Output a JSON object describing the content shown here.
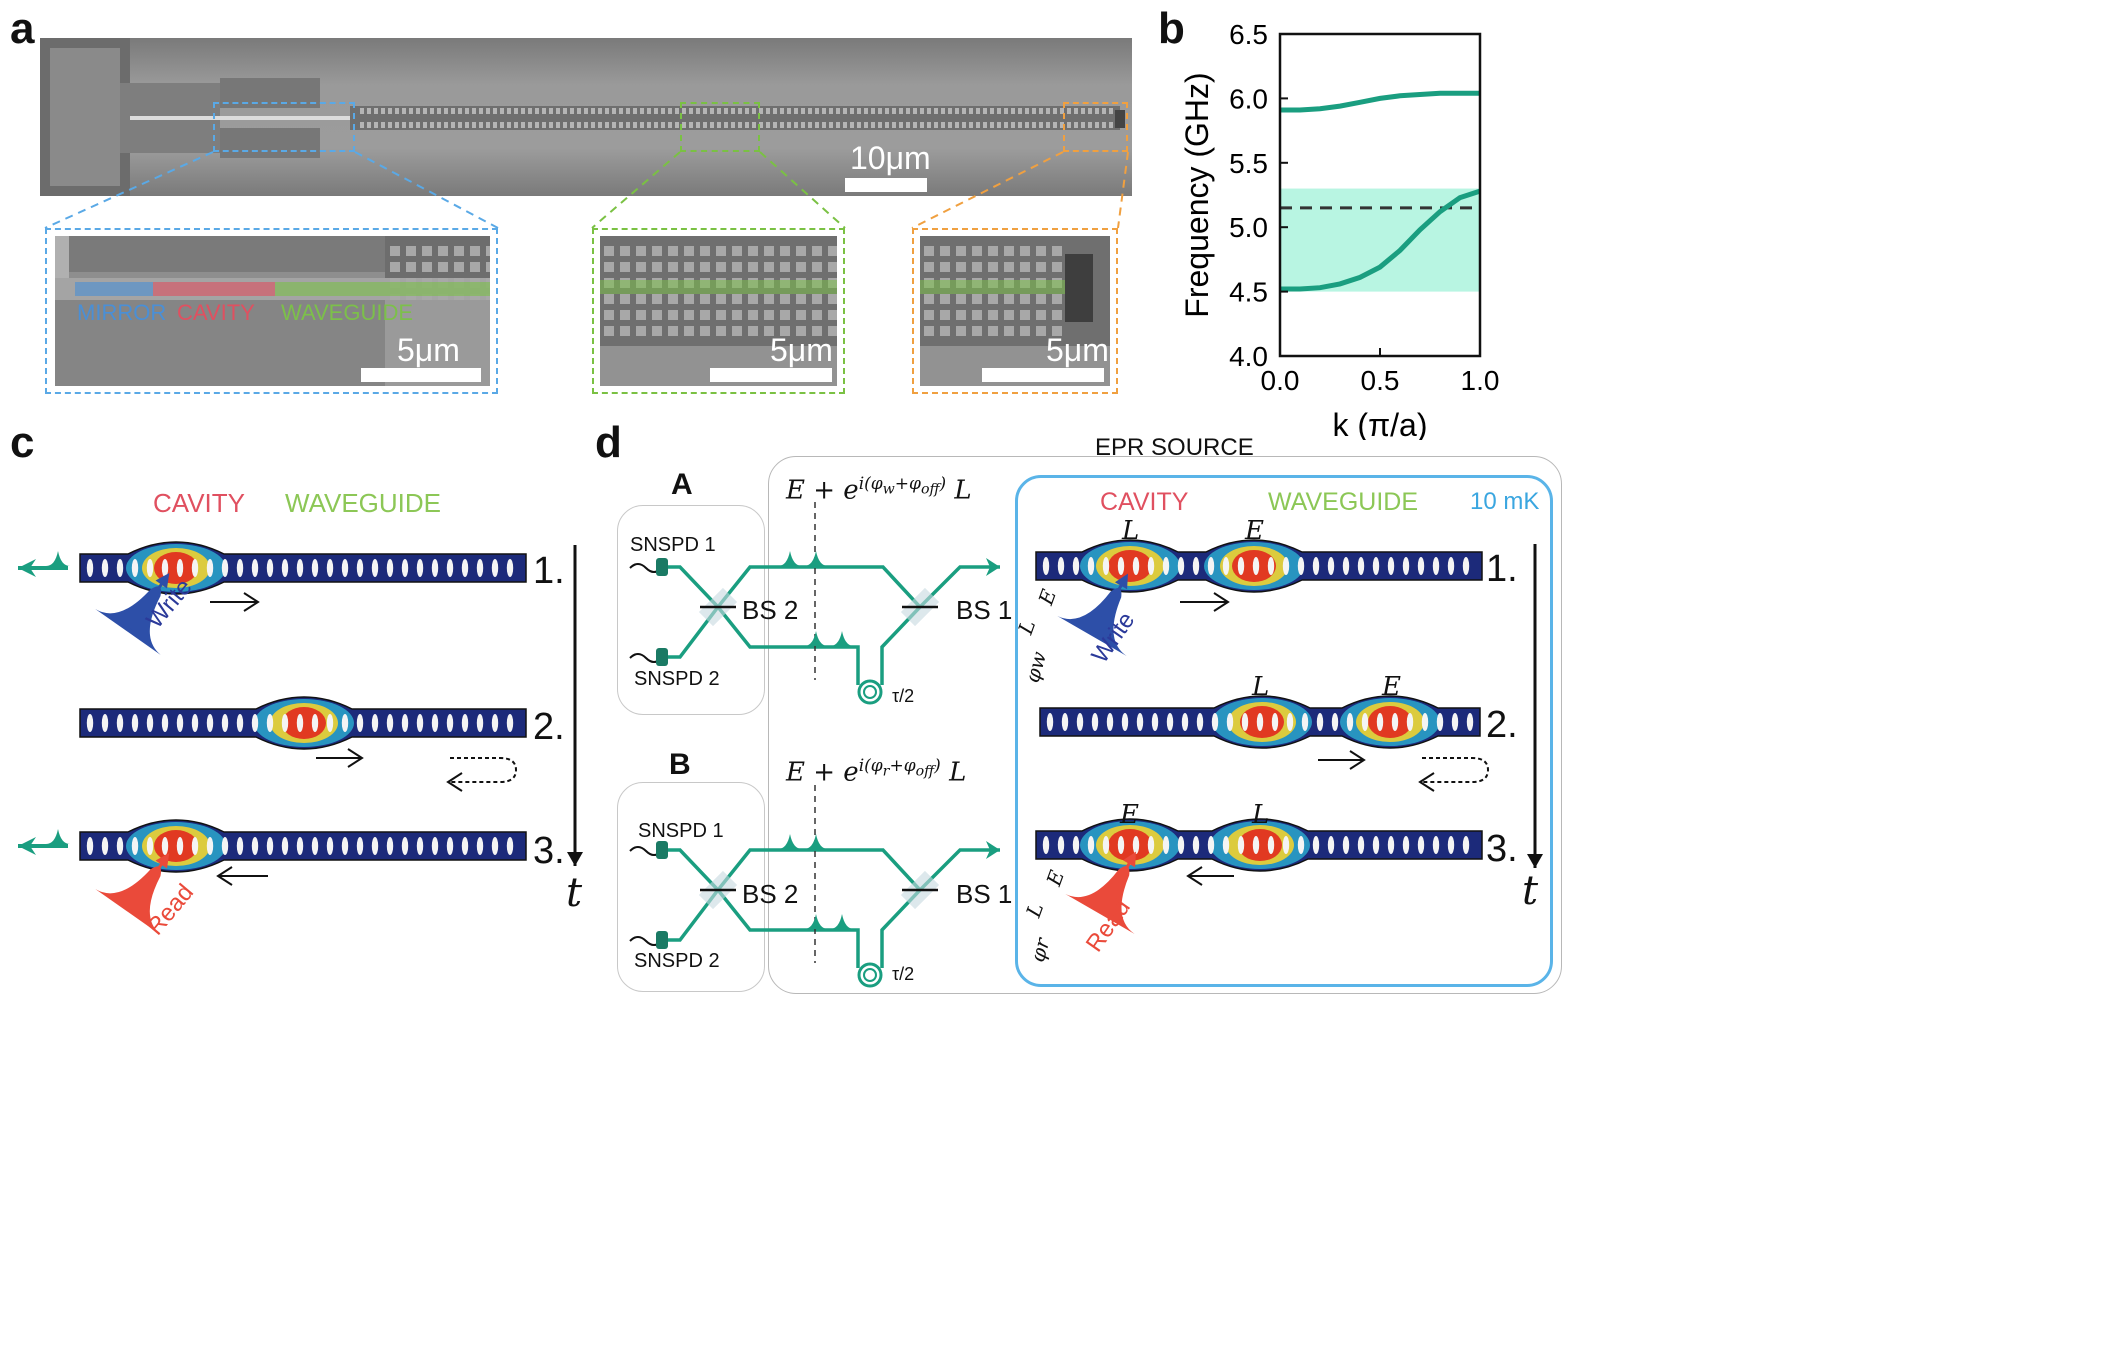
{
  "panels": {
    "a": "a",
    "b": "b",
    "c": "c",
    "d": "d"
  },
  "panel_a": {
    "scale_main": "10μm",
    "scale_zoom": "5μm",
    "segments": {
      "mirror": "MIRROR",
      "cavity": "CAVITY",
      "waveguide": "WAVEGUIDE"
    },
    "colors": {
      "blue": "#5aa9e6",
      "green": "#7ac143",
      "orange": "#f0a040",
      "mirror": "#4a8fd6",
      "cavity": "#e05060",
      "waveguide": "#7cc04a"
    }
  },
  "chart_data": {
    "type": "line",
    "xlabel": "k (π/a)",
    "ylabel": "Frequency (GHz)",
    "xlim": [
      0,
      1
    ],
    "ylim": [
      4.0,
      6.5
    ],
    "xticks": [
      "0.0",
      "0.5",
      "1.0"
    ],
    "yticks": [
      "4.0",
      "4.5",
      "5.0",
      "5.5",
      "6.0",
      "6.5"
    ],
    "bandgap": [
      4.5,
      5.3
    ],
    "dashed_level": 5.15,
    "series": [
      {
        "x": [
          0,
          0.1,
          0.2,
          0.3,
          0.4,
          0.5,
          0.6,
          0.7,
          0.8,
          0.9,
          1.0
        ],
        "y": [
          5.91,
          5.91,
          5.92,
          5.94,
          5.97,
          6.0,
          6.02,
          6.03,
          6.04,
          6.04,
          6.04
        ]
      },
      {
        "x": [
          0,
          0.1,
          0.2,
          0.3,
          0.4,
          0.5,
          0.6,
          0.7,
          0.8,
          0.9,
          1.0
        ],
        "y": [
          4.52,
          4.52,
          4.53,
          4.56,
          4.61,
          4.69,
          4.82,
          4.98,
          5.12,
          5.23,
          5.28
        ]
      }
    ],
    "colors": {
      "line": "#1a9e80",
      "band": "#b8f5e2"
    }
  },
  "panel_c": {
    "cavity_label": "CAVITY",
    "waveguide_label": "WAVEGUIDE",
    "steps": [
      "1.",
      "2.",
      "3."
    ],
    "time_label": "t",
    "write_label": "Write",
    "read_label": "Read"
  },
  "panel_d": {
    "source_title": "EPR SOURCE",
    "temp_label": "10 mK",
    "cavity_label": "CAVITY",
    "waveguide_label": "WAVEGUIDE",
    "steps": [
      "1.",
      "2.",
      "3."
    ],
    "time_label": "t",
    "part_a": "A",
    "part_b": "B",
    "snspd1": "SNSPD 1",
    "snspd2": "SNSPD 2",
    "bs1": "BS 1",
    "bs2": "BS 2",
    "delay": "τ/2",
    "formula_a": "E + e^{i(φw+φoff)} L",
    "formula_b": "E + e^{i(φr+φoff)} L",
    "write_label": "Write",
    "read_label": "Read",
    "L": "L",
    "E": "E",
    "phi_w": "φw",
    "phi_r": "φr"
  }
}
